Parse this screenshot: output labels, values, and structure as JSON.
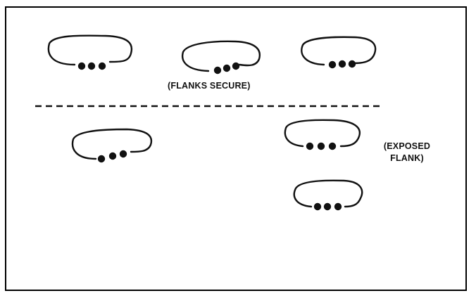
{
  "diagram": {
    "labels": {
      "flanks_secure": "(FLANKS SECURE)",
      "exposed_line1": "(EXPOSED",
      "exposed_line2": "FLANK)"
    },
    "colors": {
      "ink": "#111111",
      "frame": "#000000",
      "background": "#ffffff"
    },
    "icons": {
      "unit": "rounded-outline-with-three-dots",
      "boundary": "dashed-line"
    }
  }
}
